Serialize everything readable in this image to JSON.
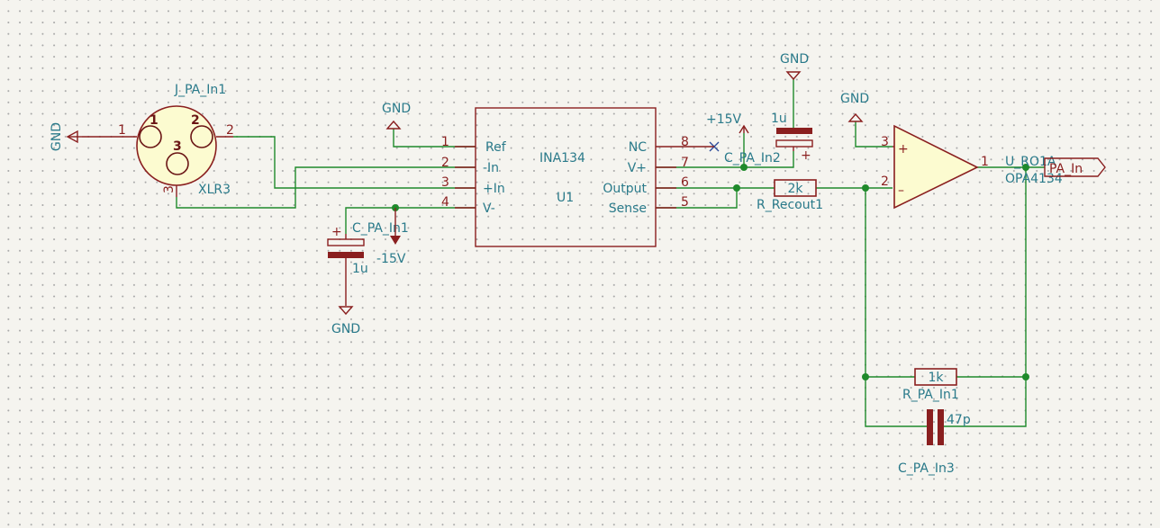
{
  "colors": {
    "wire": "#1f8a2b",
    "symbol": "#8a1f1f",
    "fill": "#fcfbd0",
    "text": "#2a7a8a",
    "background": "#f5f4ef"
  },
  "xlr": {
    "ref": "J_PA_In1",
    "value": "XLR3",
    "pin1": "1",
    "pin2": "2",
    "pin3": "3"
  },
  "gnd_labels": {
    "xlr": "GND",
    "ref": "GND",
    "cap2": "GND",
    "cap1": "GND",
    "opamp": "GND"
  },
  "ina": {
    "name": "INA134",
    "ref": "U1",
    "pins": [
      {
        "num": "1",
        "name": "Ref"
      },
      {
        "num": "2",
        "name": "-In"
      },
      {
        "num": "3",
        "name": "+In"
      },
      {
        "num": "4",
        "name": "V-"
      },
      {
        "num": "8",
        "name": "NC"
      },
      {
        "num": "7",
        "name": "V+"
      },
      {
        "num": "6",
        "name": "Output"
      },
      {
        "num": "5",
        "name": "Sense"
      }
    ]
  },
  "power": {
    "pos": "+15V",
    "neg": "-15V"
  },
  "cap_pa_in1": {
    "ref": "C_PA_In1",
    "value": "1u",
    "polarity": "+"
  },
  "cap_pa_in2": {
    "ref": "C_PA_In2",
    "value": "1u",
    "polarity": "+"
  },
  "r_recout": {
    "ref": "R_Recout1",
    "value": "2k"
  },
  "opamp": {
    "ref": "U_RO1A",
    "value": "OPA4134",
    "plus": "+",
    "minus": "–",
    "pin_plus": "3",
    "pin_minus": "2",
    "pin_out": "1"
  },
  "r_pa_in1": {
    "ref": "R_PA_In1",
    "value": "1k"
  },
  "c_pa_in3": {
    "ref": "C_PA_In3",
    "value": "47p"
  },
  "net_label": "PA_In"
}
